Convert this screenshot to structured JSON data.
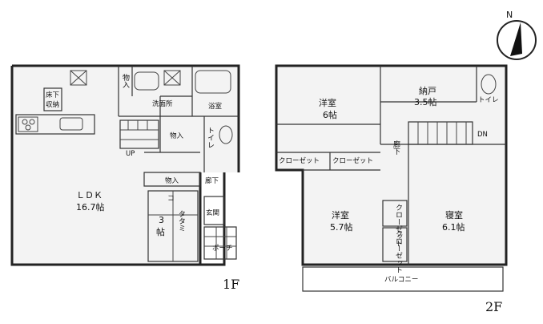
{
  "compass": {
    "north": "N"
  },
  "floor1": {
    "label": "1F",
    "rooms": {
      "ldk_name": "ＬＤＫ",
      "ldk_size": "16.7帖",
      "tatami_vertical": "タタミ",
      "tatami_num": "3",
      "tatami_unit": "帖",
      "tatami_prefix": "コ",
      "underfloor_1": "床下",
      "underfloor_2": "収納",
      "storage_top": "物入",
      "washroom": "洗面所",
      "bath": "浴室",
      "storage_mid": "物入",
      "toilet": "トイレ",
      "storage_low": "物入",
      "hall": "廊下",
      "entrance": "玄関",
      "porch": "ポーチ",
      "up": "UP"
    }
  },
  "floor2": {
    "label": "2F",
    "rooms": {
      "western_a_name": "洋室",
      "western_a_size": "6帖",
      "storeroom_name": "納戸",
      "storeroom_size": "3.5帖",
      "toilet": "トイレ",
      "dn": "DN",
      "closet_a": "クローゼット",
      "closet_b": "クローゼット",
      "hall": "廊下",
      "western_b_name": "洋室",
      "western_b_size": "5.7帖",
      "closet_c": "クローゼット",
      "closet_d": "クローゼット",
      "bedroom_name": "寝室",
      "bedroom_size": "6.1帖",
      "balcony": "バルコニー"
    }
  }
}
